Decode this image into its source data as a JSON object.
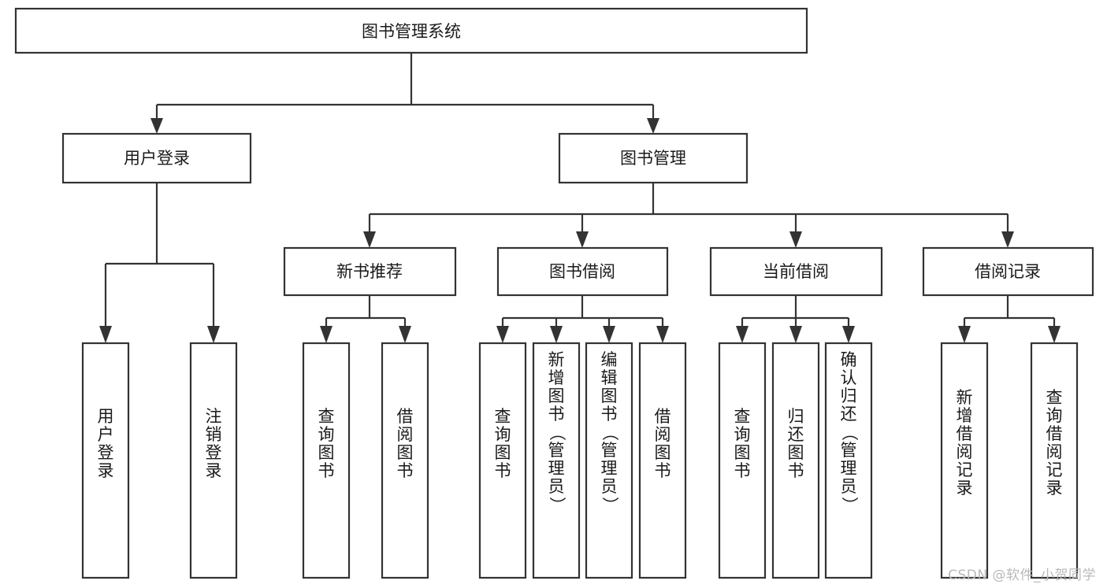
{
  "diagram": {
    "type": "tree",
    "orientation": "top-down",
    "watermark": "CSDN @软件_小贺同学",
    "colors": {
      "background": "#ffffff",
      "box_fill": "#ffffff",
      "box_stroke": "#333333",
      "text": "#1a1a1a",
      "watermark": "#b9b9b9"
    },
    "root": {
      "id": "root",
      "label": "图书管理系统"
    },
    "level2": [
      {
        "id": "user-login",
        "label": "用户登录"
      },
      {
        "id": "book-manage",
        "label": "图书管理"
      }
    ],
    "level3": [
      {
        "id": "new-book-recommend",
        "label": "新书推荐",
        "parent": "book-manage"
      },
      {
        "id": "book-borrow",
        "label": "图书借阅",
        "parent": "book-manage"
      },
      {
        "id": "current-borrow",
        "label": "当前借阅",
        "parent": "book-manage"
      },
      {
        "id": "borrow-record",
        "label": "借阅记录",
        "parent": "book-manage"
      }
    ],
    "leaves": [
      {
        "id": "leaf-user-login",
        "parent": "user-login",
        "label": "用户登录"
      },
      {
        "id": "leaf-logout",
        "parent": "user-login",
        "label": "注销登录"
      },
      {
        "id": "leaf-query-book-1",
        "parent": "new-book-recommend",
        "label": "查询图书"
      },
      {
        "id": "leaf-borrow-book-1",
        "parent": "new-book-recommend",
        "label": "借阅图书"
      },
      {
        "id": "leaf-query-book-2",
        "parent": "book-borrow",
        "label": "查询图书"
      },
      {
        "id": "leaf-add-book",
        "parent": "book-borrow",
        "label": "新增图书（管理员）"
      },
      {
        "id": "leaf-edit-book",
        "parent": "book-borrow",
        "label": "编辑图书（管理员）"
      },
      {
        "id": "leaf-borrow-book-2",
        "parent": "book-borrow",
        "label": "借阅图书"
      },
      {
        "id": "leaf-query-book-3",
        "parent": "current-borrow",
        "label": "查询图书"
      },
      {
        "id": "leaf-return-book",
        "parent": "current-borrow",
        "label": "归还图书"
      },
      {
        "id": "leaf-confirm-return",
        "parent": "current-borrow",
        "label": "确认归还（管理员）"
      },
      {
        "id": "leaf-add-record",
        "parent": "borrow-record",
        "label": "新增借阅记录"
      },
      {
        "id": "leaf-query-record",
        "parent": "borrow-record",
        "label": "查询借阅记录"
      }
    ]
  }
}
